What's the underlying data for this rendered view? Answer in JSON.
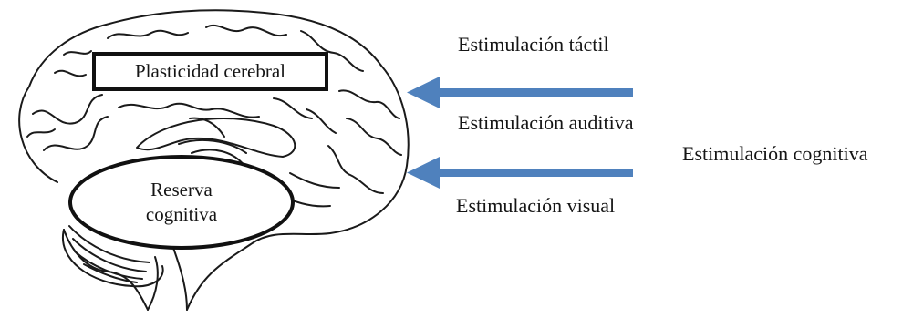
{
  "diagram": {
    "box_text": "Plasticidad cerebral",
    "ellipse_line1": "Reserva",
    "ellipse_line2": "cognitiva",
    "labels": {
      "tactil": "Estimulación táctil",
      "auditiva": "Estimulación auditiva",
      "visual": "Estimulación visual",
      "cognitiva": "Estimulación cognitiva"
    },
    "colors": {
      "arrow": "#4F81BD",
      "outline": "#111111"
    },
    "icons": {
      "brain": "brain-sagittal-drawing",
      "arrows": "arrow-left"
    }
  }
}
